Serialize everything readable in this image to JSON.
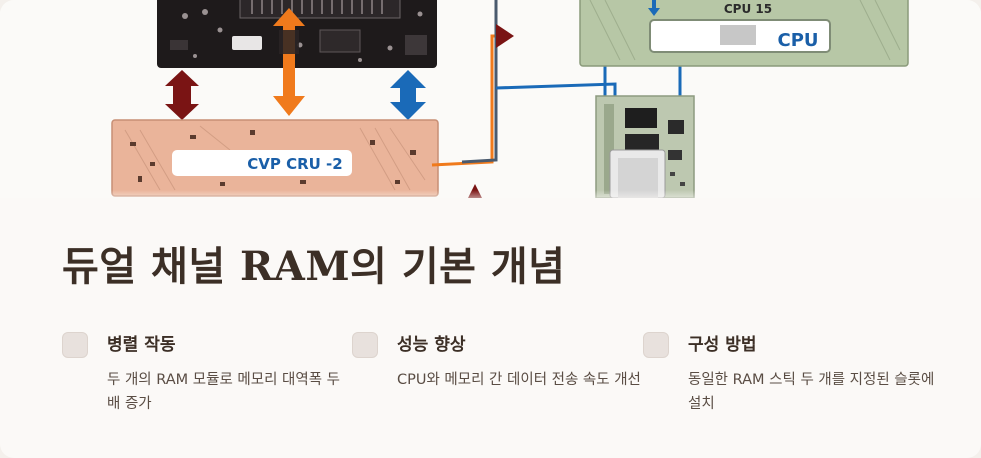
{
  "hero": {
    "label_cvp": "CVP CRU -2",
    "label_cpu": "CPU",
    "label_cpu15": "CPU 15"
  },
  "title": "듀얼 채널 RAM의 기본 개념",
  "features": [
    {
      "title": "병렬 작동",
      "description": "두 개의 RAM 모듈로 메모리 대역폭 두 배 증가"
    },
    {
      "title": "성능 향상",
      "description": "CPU와 메모리 간 데이터 전송 속도 개선"
    },
    {
      "title": "구성 방법",
      "description": "동일한 RAM 스틱 두 개를 지정된 슬롯에 설치"
    }
  ],
  "colors": {
    "dark_red": "#7a1414",
    "orange": "#f07a1c",
    "blue": "#1a6ab8",
    "board_pink": "#eab49a",
    "board_green": "#b7c7a6",
    "board_dark": "#1e1a1b"
  }
}
